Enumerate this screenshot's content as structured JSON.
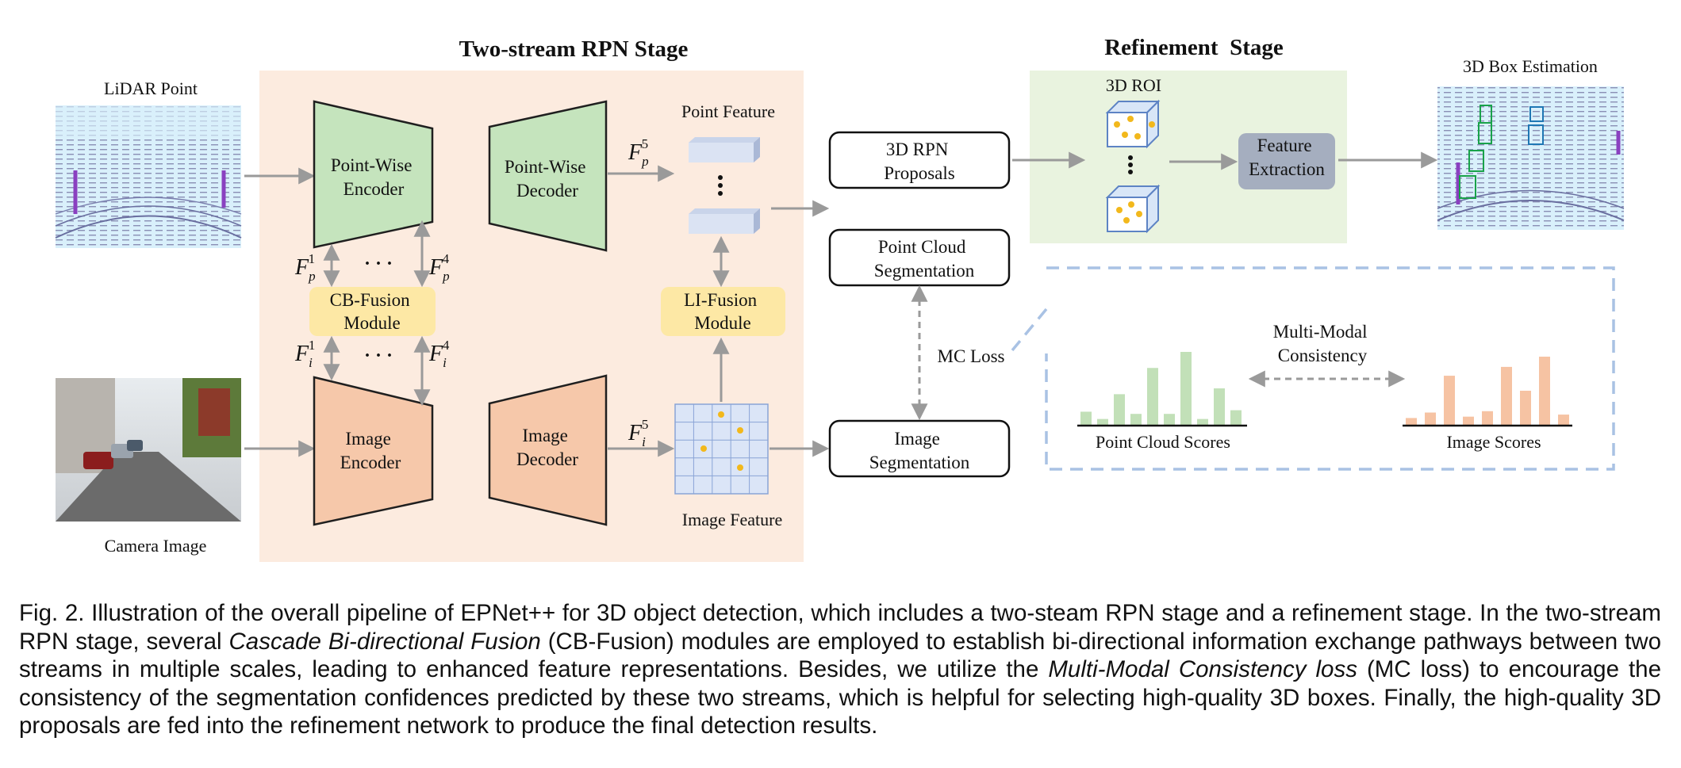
{
  "stages": {
    "rpn_title": "Two-stream RPN Stage",
    "refine_title": "Refinement  Stage"
  },
  "inputs": {
    "lidar_label": "LiDAR Point",
    "camera_label": "Camera Image"
  },
  "blocks": {
    "pw_encoder": [
      "Point-Wise",
      "Encoder"
    ],
    "pw_decoder": [
      "Point-Wise",
      "Decoder"
    ],
    "img_encoder": [
      "Image",
      "Encoder"
    ],
    "img_decoder": [
      "Image",
      "Decoder"
    ],
    "cb_fusion": [
      "CB-Fusion",
      "Module"
    ],
    "li_fusion": [
      "LI-Fusion",
      "Module"
    ],
    "rpn_proposals": [
      "3D RPN",
      "Proposals"
    ],
    "pc_segmentation": [
      "Point Cloud",
      "Segmentation"
    ],
    "img_segmentation": [
      "Image",
      "Segmentation"
    ],
    "feature_extraction": [
      "Feature",
      "Extraction"
    ]
  },
  "features": {
    "point_feature": "Point Feature",
    "image_feature": "Image Feature",
    "fp": "F",
    "fp_sub": "p",
    "fi": "F",
    "fi_sub": "i",
    "sup1": "1",
    "sup4": "4",
    "sup5": "5",
    "ellipsis": "· · ·"
  },
  "refinement": {
    "roi_label": "3D ROI",
    "box_estimation": "3D Box Estimation"
  },
  "consistency": {
    "mc_loss": "MC Loss",
    "multi_modal": [
      "Multi-Modal",
      "Consistency"
    ],
    "pc_scores": "Point Cloud Scores",
    "img_scores": "Image Scores",
    "pc_bars": [
      0.18,
      0.08,
      0.42,
      0.15,
      0.78,
      0.15,
      1.0,
      0.08,
      0.5,
      0.2
    ],
    "img_bars": [
      0.1,
      0.18,
      0.72,
      0.12,
      0.2,
      0.85,
      0.5,
      1.0,
      0.15
    ]
  },
  "colors": {
    "rpn_bg": "#fcebdf",
    "refine_bg": "#e9f3df",
    "green_block": "#c5e4bd",
    "orange_block": "#f6c8aa",
    "yellow_module": "#fde8a5",
    "gray_block": "#a5aebf",
    "arrow": "#9a9a9a",
    "dashed_blue": "#a9c2e4",
    "bar_green": "#c2e0b8",
    "bar_orange": "#f6c3a3"
  },
  "caption": {
    "part1": "Fig. 2. Illustration of the overall pipeline of EPNet++ for 3D object detection, which includes a two-steam RPN stage and a refinement stage. In the two-stream RPN stage, several ",
    "term1": "Cascade Bi-directional Fusion",
    "part2": " (CB-Fusion) modules are employed to establish bi-directional information exchange pathways between two streams in multiple scales, leading to enhanced feature representations. Besides, we utilize the ",
    "term2": "Multi-Modal Consistency loss",
    "part3": " (MC loss) to encourage the consistency of the segmentation confidences predicted by these two streams, which is helpful for selecting high-quality 3D boxes. Finally, the high-quality 3D proposals are fed into the refinement network to produce the final detection results."
  }
}
